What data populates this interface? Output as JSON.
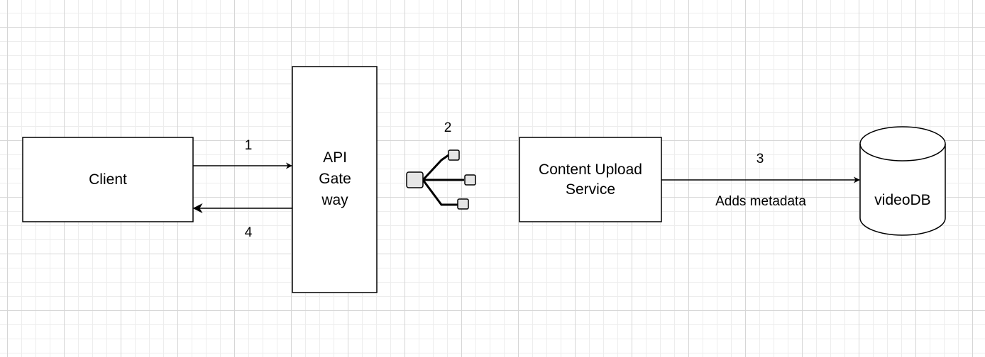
{
  "nodes": {
    "client": {
      "label": "Client"
    },
    "api_gateway": {
      "label_lines": [
        "API",
        "Gate",
        "way"
      ]
    },
    "content_upload_service": {
      "label_lines": [
        "Content Upload",
        "Service"
      ]
    },
    "video_db": {
      "label": "videoDB"
    }
  },
  "edges": {
    "client_to_gateway": {
      "label": "1"
    },
    "gateway_to_client": {
      "label": "4"
    },
    "queue": {
      "label": "2"
    },
    "service_to_db": {
      "label": "3",
      "sublabel": "Adds metadata"
    }
  },
  "icons": {
    "queue_icon": "hierarchy-branch-icon"
  },
  "colors": {
    "stroke": "#000000",
    "node_fill": "#ffffff",
    "icon_fill": "#e6e6e6",
    "grid_major": "#d6d6d6",
    "grid_minor": "#ededed"
  }
}
